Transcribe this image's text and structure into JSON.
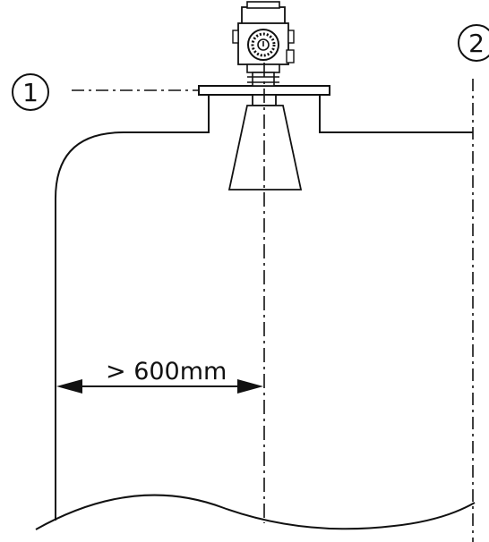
{
  "labels": {
    "marker_1": "1",
    "marker_2": "2",
    "distance": "> 600mm"
  },
  "colors": {
    "line": "#111111",
    "background": "#ffffff"
  }
}
